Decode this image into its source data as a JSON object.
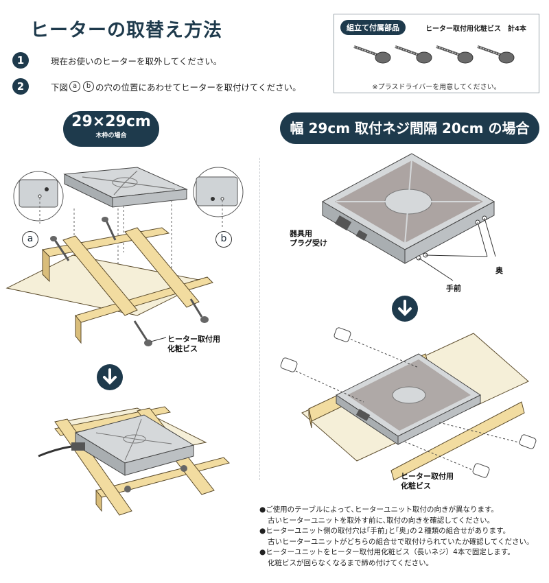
{
  "title": "ヒーターの取替え方法",
  "steps": [
    {
      "num": "1",
      "text": "現在お使いのヒーターを取外してください。"
    },
    {
      "num": "2",
      "prefix": "下図",
      "marks": [
        "a",
        "b"
      ],
      "suffix": "の穴の位置にあわせてヒーターを取付けてください。"
    }
  ],
  "parts": {
    "badge": "組立て付属部品",
    "desc": "ヒーター取付用化粧ビス　計4本",
    "note": "※プラスドライバーを用意してください。"
  },
  "left_section": {
    "size": "29×29cm",
    "sub": "木枠の場合",
    "callout_a": "a",
    "callout_b": "b",
    "screw_label_1": "ヒーター取付用",
    "screw_label_2": "化粧ビス"
  },
  "right_section": {
    "heading": "幅 29cm 取付ネジ間隔 20cm の場合",
    "plug_1": "器具用",
    "plug_2": "プラグ受け",
    "back": "奥",
    "front": "手前",
    "screw_label_1": "ヒーター取付用",
    "screw_label_2": "化粧ビス"
  },
  "notes": [
    {
      "bullet": "●",
      "text": "ご使用のテーブルによって､ヒーターユニット取付の向きが異なります。"
    },
    {
      "bullet": "",
      "text": "古いヒーターユニットを取外す前に､取付の向きを確認してください。"
    },
    {
      "bullet": "●",
      "text": "ヒーターユニット側の取付穴は｢手前｣と｢奥｣の２種類の組合せがあります。"
    },
    {
      "bullet": "",
      "text": "古いヒーターユニットがどちらの組合せで取付けられていたか確認してください。"
    },
    {
      "bullet": "●",
      "text": "ヒーターユニットをヒーター取付用化粧ビス（長いネジ）4本で固定します。"
    },
    {
      "bullet": "",
      "text": "化粧ビスが回らなくなるまで締め付けてください。"
    }
  ],
  "colors": {
    "navy": "#1e3a4c",
    "wood": "#f2dca0",
    "wood_edge": "#5a4a2a",
    "metal": "#cfd3d6",
    "panel": "#f5efd8"
  }
}
